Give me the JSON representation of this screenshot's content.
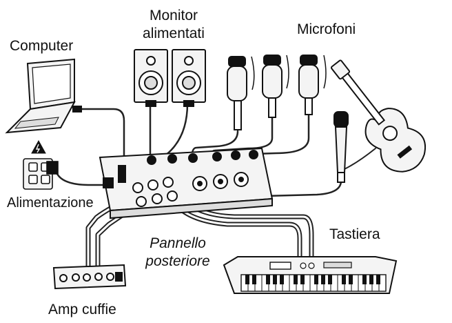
{
  "labels": {
    "computer": "Computer",
    "monitor_line1": "Monitor",
    "monitor_line2": "alimentati",
    "microphones": "Microfoni",
    "power": "Alimentazione",
    "rear_line1": "Pannello",
    "rear_line2": "posteriore",
    "keyboard": "Tastiera",
    "headphone_amp": "Amp cuffie"
  },
  "colors": {
    "ink": "#111111",
    "device_fill": "#f4f4f4",
    "cable": "#222222",
    "cable_light": "#ffffff",
    "warning": "#111111"
  }
}
